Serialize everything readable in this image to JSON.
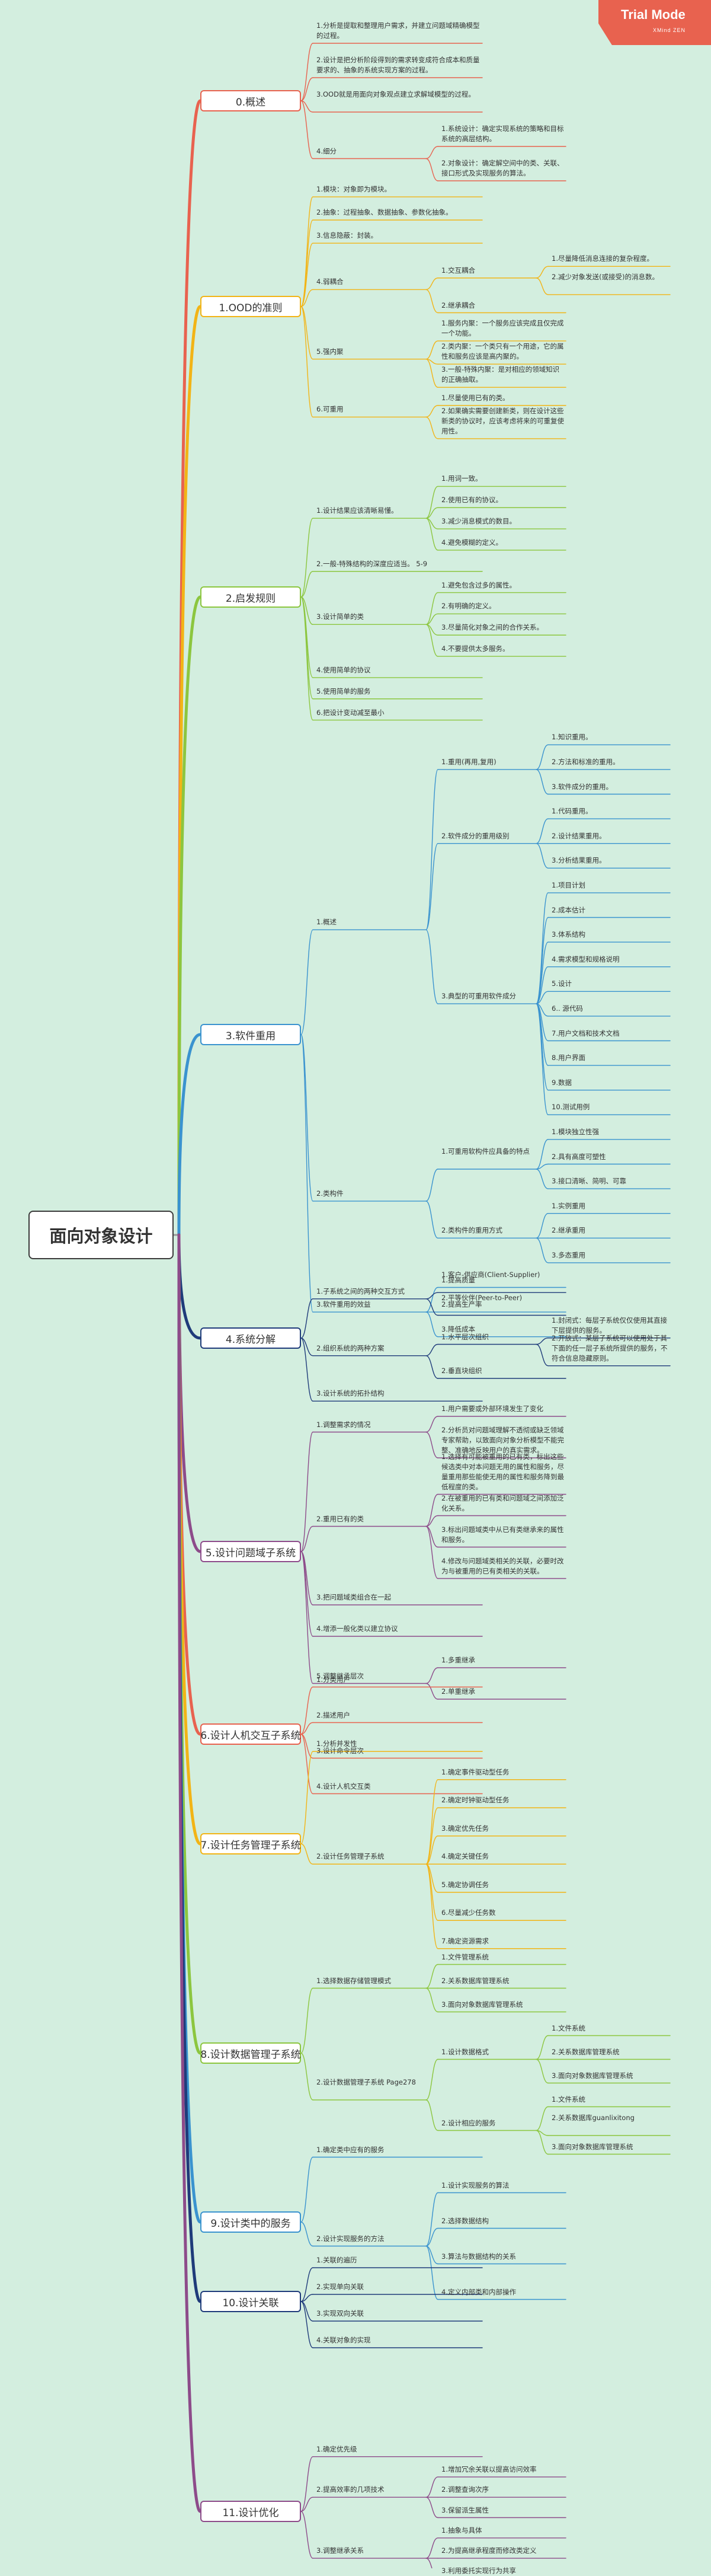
{
  "watermark": {
    "title": "Trial Mode",
    "subtitle": "XMind ZEN"
  },
  "root": {
    "label": "面向对象设计"
  },
  "colors": {
    "b0": "#e8624f",
    "b1": "#f2b416",
    "b2": "#8cc63f",
    "b3": "#3a93cf",
    "b4": "#1f3b7a",
    "b5": "#8d4b8a",
    "b6": "#e8624f",
    "b7": "#f2b416",
    "b8": "#8cc63f",
    "b9": "#3a93cf",
    "b10": "#1f3b7a",
    "b11": "#8d4b8a"
  },
  "branches": [
    {
      "label": "0.概述",
      "children": [
        {
          "text": "1.分析是提取和整理用户需求，并建立问题域精确模型的过程。"
        },
        {
          "text": "2.设计是把分析阶段得到的需求转变成符合成本和质量要求的、抽象的系统实现方案的过程。"
        },
        {
          "text": "3.OOD就是用面向对象观点建立求解域模型的过程。"
        },
        {
          "text": "4.细分",
          "children": [
            {
              "text": "1.系统设计：确定实现系统的策略和目标系统的高层结构。"
            },
            {
              "text": "2.对象设计：确定解空间中的类、关联、接口形式及实现服务的算法。"
            }
          ]
        }
      ]
    },
    {
      "label": "1.OOD的准则",
      "children": [
        {
          "text": "1.模块：对象即为模块。"
        },
        {
          "text": "2.抽象：过程抽象、数据抽象、参数化抽象。"
        },
        {
          "text": "3.信息隐蔽：封装。"
        },
        {
          "text": "4.弱耦合",
          "children": [
            {
              "text": "1.交互耦合",
              "children": [
                {
                  "text": "1.尽量降低消息连接的复杂程度。"
                },
                {
                  "text": "2.减少对象发送(或接受)的消息数。"
                }
              ]
            },
            {
              "text": "2.继承耦合"
            }
          ]
        },
        {
          "text": "5.强内聚",
          "children": [
            {
              "text": "1.服务内聚：一个服务应该完成且仅完成一个功能。"
            },
            {
              "text": "2.类内聚：一个类只有一个用途，它的属性和服务应该是高内聚的。"
            },
            {
              "text": "3.一般-特殊内聚：是对相应的领域知识的正确抽取。"
            }
          ]
        },
        {
          "text": "6.可重用",
          "children": [
            {
              "text": "1.尽量使用已有的类。"
            },
            {
              "text": "2.如果确实需要创建新类，则在设计这些新类的协议时，应该考虑将来的可重复使用性。"
            }
          ]
        }
      ]
    },
    {
      "label": "2.启发规则",
      "children": [
        {
          "text": "1.设计结果应该清晰易懂。",
          "children": [
            {
              "text": "1.用词一致。"
            },
            {
              "text": "2.使用已有的协议。"
            },
            {
              "text": "3.减少消息模式的数目。"
            },
            {
              "text": "4.避免模糊的定义。"
            }
          ]
        },
        {
          "text": "2.一般-特殊结构的深度应适当。 5-9"
        },
        {
          "text": "3.设计简单的类",
          "children": [
            {
              "text": "1.避免包含过多的属性。"
            },
            {
              "text": "2.有明确的定义。"
            },
            {
              "text": "3.尽量简化对象之间的合作关系。"
            },
            {
              "text": "4.不要提供太多服务。"
            }
          ]
        },
        {
          "text": "4.使用简单的协议"
        },
        {
          "text": "5.使用简单的服务"
        },
        {
          "text": "6.把设计变动减至最小"
        }
      ]
    },
    {
      "label": "3.软件重用",
      "children": [
        {
          "text": "1.概述",
          "children": [
            {
              "text": "1.重用(再用,复用)",
              "children": [
                {
                  "text": "1.知识重用。"
                },
                {
                  "text": "2.方法和标准的重用。"
                },
                {
                  "text": "3.软件成分的重用。"
                }
              ]
            },
            {
              "text": "2.软件成分的重用级别",
              "children": [
                {
                  "text": "1.代码重用。"
                },
                {
                  "text": "2.设计结果重用。"
                },
                {
                  "text": "3.分析结果重用。"
                }
              ]
            },
            {
              "text": "3.典型的可重用软件成分",
              "children": [
                {
                  "text": "1.项目计划"
                },
                {
                  "text": "2.成本估计"
                },
                {
                  "text": "3.体系结构"
                },
                {
                  "text": "4.需求模型和规格说明"
                },
                {
                  "text": "5.设计"
                },
                {
                  "text": "6.. 源代码"
                },
                {
                  "text": "7.用户文档和技术文档"
                },
                {
                  "text": "8.用户界面"
                },
                {
                  "text": "9.数据"
                },
                {
                  "text": "10.测试用例"
                }
              ]
            }
          ]
        },
        {
          "text": "2.类构件",
          "children": [
            {
              "text": "1.可重用软构件应具备的特点",
              "children": [
                {
                  "text": "1.模块独立性强"
                },
                {
                  "text": "2.具有高度可塑性"
                },
                {
                  "text": "3.接口清晰、简明、可靠"
                }
              ]
            },
            {
              "text": "2.类构件的重用方式",
              "children": [
                {
                  "text": "1.实例重用"
                },
                {
                  "text": "2.继承重用"
                },
                {
                  "text": "3.多态重用"
                }
              ]
            }
          ]
        },
        {
          "text": "3.软件重用的效益",
          "children": [
            {
              "text": "1.提高质量"
            },
            {
              "text": "2.提高生产率"
            },
            {
              "text": "3.降低成本"
            }
          ]
        }
      ]
    },
    {
      "label": "4.系统分解",
      "children": [
        {
          "text": "1.子系统之间的两种交互方式",
          "children": [
            {
              "text": "1.客户-供应商(Client-Supplier)"
            },
            {
              "text": "2.平等伙伴(Peer-to-Peer)"
            }
          ]
        },
        {
          "text": "2.组织系统的两种方案",
          "children": [
            {
              "text": "1.水平层次组织",
              "children": [
                {
                  "text": "1.封闭式：每层子系统仅仅使用其直接下层提供的服务。"
                },
                {
                  "text": "2.开放式：某层子系统可以使用处于其下面的任一层子系统所提供的服务，不符合信息隐藏原则。"
                }
              ]
            },
            {
              "text": "2.垂直块组织"
            }
          ]
        },
        {
          "text": "3.设计系统的拓扑结构"
        }
      ]
    },
    {
      "label": "5.设计问题域子系统",
      "children": [
        {
          "text": "1.调整需求的情况",
          "children": [
            {
              "text": "1.用户需要或外部环境发生了变化"
            },
            {
              "text": "2.分析员对问题域理解不透彻或缺乏领域专家帮助，以致面向对象分析模型不能完整、准确地反映用户的真实需求。"
            }
          ]
        },
        {
          "text": "2.重用已有的类",
          "children": [
            {
              "text": "1.选择有可能被重用的已有类，标出这些候选类中对本问题无用的属性和服务，尽量重用那些能使无用的属性和服务降到最低程度的类。"
            },
            {
              "text": "2.在被重用的已有类和问题域之间添加泛化关系。"
            },
            {
              "text": "3.标出问题域类中从已有类继承来的属性和服务。"
            },
            {
              "text": "4.修改与问题域类相关的关联，必要时改为与被重用的已有类相关的关联。"
            }
          ]
        },
        {
          "text": "3.把问题域类组合在一起"
        },
        {
          "text": "4.增添一般化类以建立协议"
        },
        {
          "text": "5.调整继承层次",
          "children": [
            {
              "text": "1.多重继承"
            },
            {
              "text": "2.单重继承"
            }
          ]
        }
      ]
    },
    {
      "label": "6.设计人机交互子系统",
      "children": [
        {
          "text": "1.分类用户"
        },
        {
          "text": "2.描述用户"
        },
        {
          "text": "3.设计命令层次"
        },
        {
          "text": "4.设计人机交互类"
        }
      ]
    },
    {
      "label": "7.设计任务管理子系统",
      "children": [
        {
          "text": "1.分析并发性"
        },
        {
          "text": "2.设计任务管理子系统",
          "children": [
            {
              "text": "1.确定事件驱动型任务"
            },
            {
              "text": "2.确定时钟驱动型任务"
            },
            {
              "text": "3.确定优先任务"
            },
            {
              "text": "4.确定关键任务"
            },
            {
              "text": "5.确定协调任务"
            },
            {
              "text": "6.尽量减少任务数"
            },
            {
              "text": "7.确定资源需求"
            }
          ]
        }
      ]
    },
    {
      "label": "8.设计数据管理子系统",
      "children": [
        {
          "text": "1.选择数据存储管理模式",
          "children": [
            {
              "text": "1.文件管理系统"
            },
            {
              "text": "2.关系数据库管理系统"
            },
            {
              "text": "3.面向对象数据库管理系统"
            }
          ]
        },
        {
          "text": "2.设计数据管理子系统 Page278",
          "children": [
            {
              "text": "1.设计数据格式",
              "children": [
                {
                  "text": "1.文件系统"
                },
                {
                  "text": "2.关系数据库管理系统"
                },
                {
                  "text": "3.面向对象数据库管理系统"
                }
              ]
            },
            {
              "text": "2.设计相应的服务",
              "children": [
                {
                  "text": "1.文件系统"
                },
                {
                  "text": "2.关系数据库guanlixitong"
                },
                {
                  "text": "3.面向对象数据库管理系统"
                }
              ]
            }
          ]
        }
      ]
    },
    {
      "label": "9.设计类中的服务",
      "children": [
        {
          "text": "1.确定类中应有的服务"
        },
        {
          "text": "2.设计实现服务的方法",
          "children": [
            {
              "text": "1.设计实现服务的算法"
            },
            {
              "text": "2.选择数据结构"
            },
            {
              "text": "3.算法与数据结构的关系"
            },
            {
              "text": "4.定义内部类和内部操作"
            }
          ]
        }
      ]
    },
    {
      "label": "10.设计关联",
      "children": [
        {
          "text": "1.关联的遍历"
        },
        {
          "text": "2.实现单向关联"
        },
        {
          "text": "3.实现双向关联"
        },
        {
          "text": "4.关联对象的实现"
        }
      ]
    },
    {
      "label": "11.设计优化",
      "children": [
        {
          "text": "1.确定优先级"
        },
        {
          "text": "2.提高效率的几项技术",
          "children": [
            {
              "text": "1.增加冗余关联以提高访问效率"
            },
            {
              "text": "2.调整查询次序"
            },
            {
              "text": "3.保留派生属性"
            }
          ]
        },
        {
          "text": "3.调整继承关系",
          "children": [
            {
              "text": "1.抽象与具体"
            },
            {
              "text": "2.为提高继承程度而修改类定义"
            },
            {
              "text": "3.利用委托实现行为共享"
            }
          ]
        }
      ]
    }
  ]
}
